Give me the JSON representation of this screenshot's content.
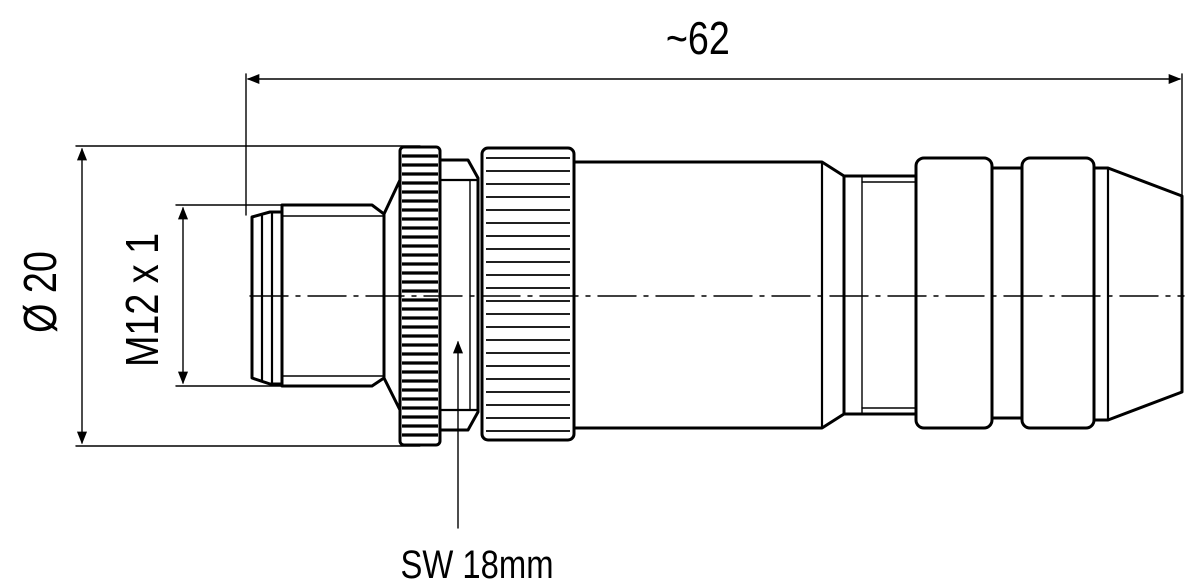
{
  "drawing": {
    "length_label": "~62",
    "diameter_label": "Ø 20",
    "thread_label": "M12 x 1",
    "wrench_label": "SW 18mm"
  },
  "colors": {
    "line": "#000000",
    "background": "#ffffff"
  }
}
